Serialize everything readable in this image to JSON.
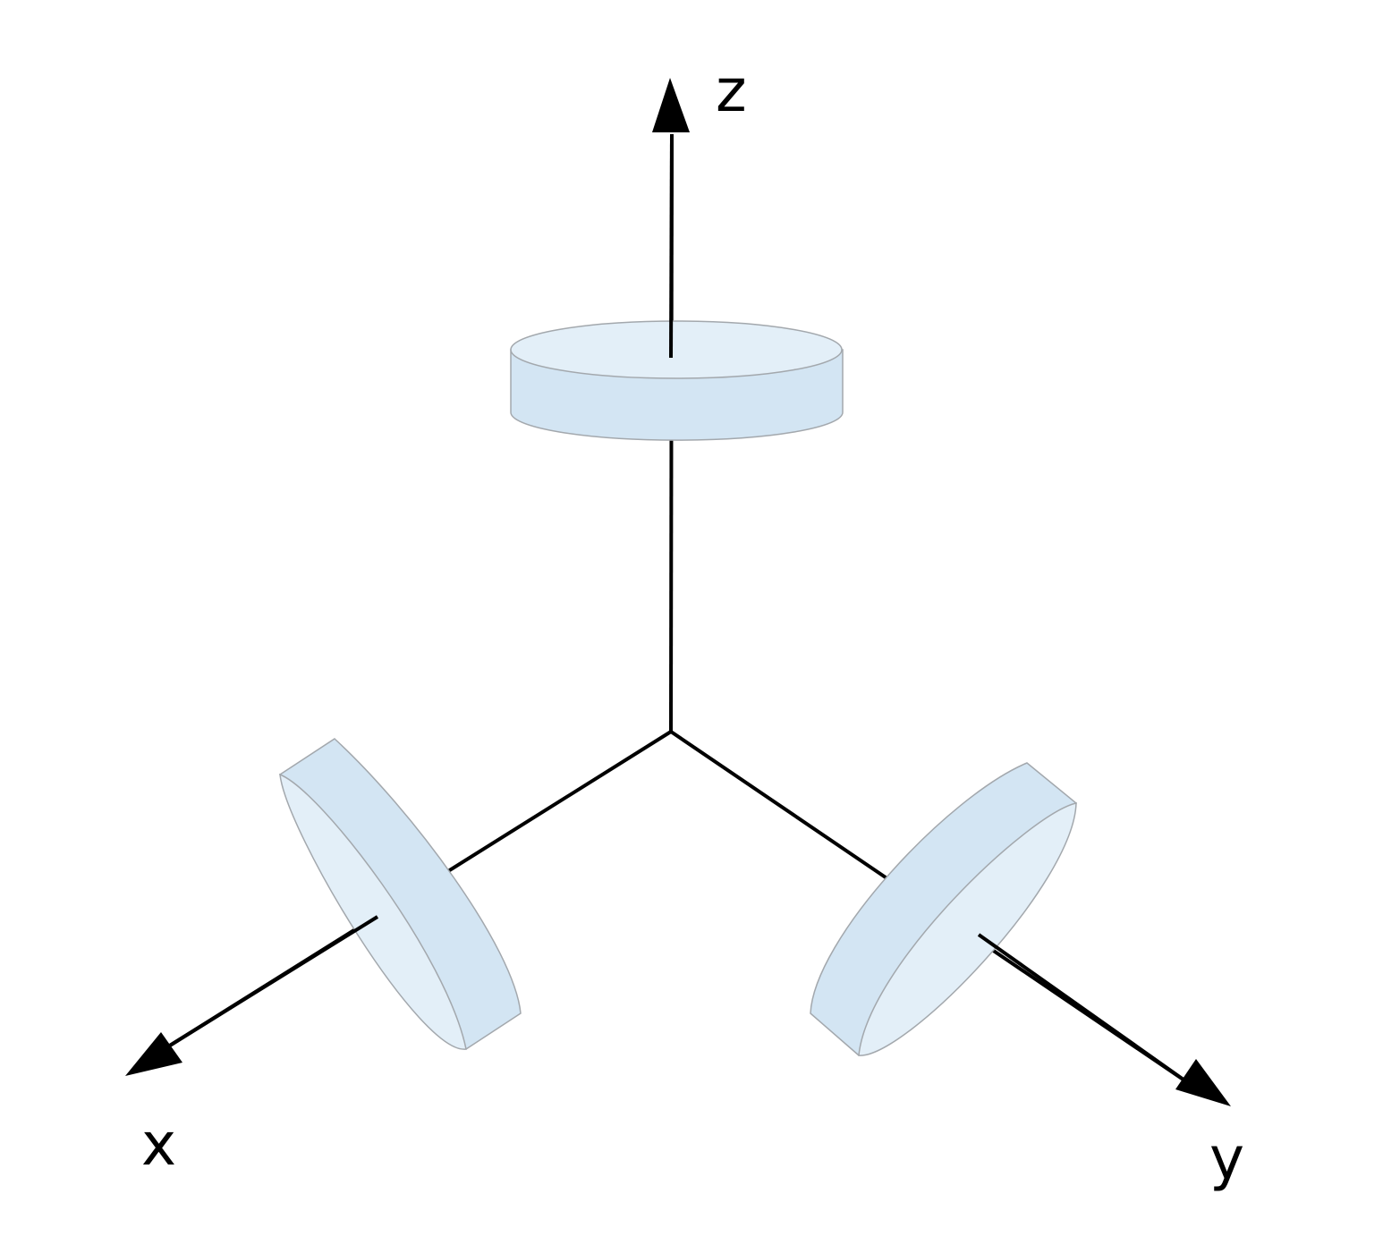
{
  "axes": {
    "x": {
      "label": "x"
    },
    "y": {
      "label": "y"
    },
    "z": {
      "label": "z"
    }
  },
  "colors": {
    "axis": "#000000",
    "disk_side": "#d3e5f3",
    "disk_face": "#e3eff8",
    "disk_outline": "#a3a8ad",
    "background": "#ffffff"
  }
}
